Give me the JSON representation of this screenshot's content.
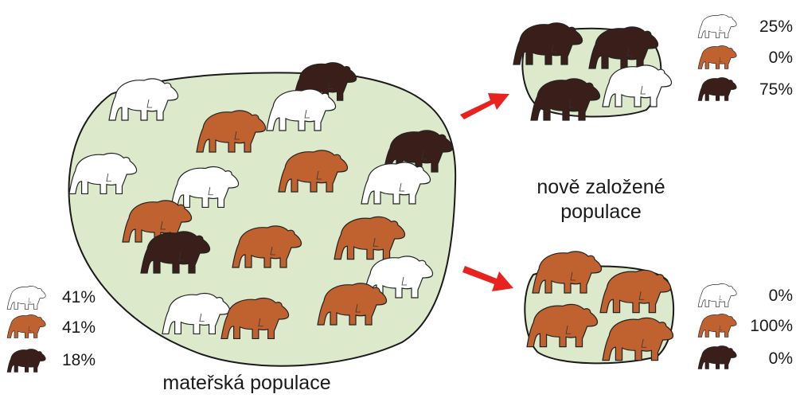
{
  "colors": {
    "light": "#ffffff",
    "brown": "#c0622f",
    "dark": "#3a1e1a",
    "habitat": "#dde9cb",
    "arrow": "#e8231f"
  },
  "parent": {
    "label": "mateřská populace",
    "legend": [
      {
        "icon": "light-bear-icon",
        "color_key": "light",
        "pct": "41%"
      },
      {
        "icon": "brown-bear-icon",
        "color_key": "brown",
        "pct": "41%"
      },
      {
        "icon": "dark-bear-icon",
        "color_key": "dark",
        "pct": "18%"
      }
    ]
  },
  "founders": {
    "label_line1": "nově založené",
    "label_line2": "populace",
    "top_legend": [
      {
        "icon": "light-bear-icon",
        "color_key": "light",
        "pct": "25%"
      },
      {
        "icon": "brown-bear-icon",
        "color_key": "brown",
        "pct": "0%"
      },
      {
        "icon": "dark-bear-icon",
        "color_key": "dark",
        "pct": "75%"
      }
    ],
    "bottom_legend": [
      {
        "icon": "light-bear-icon",
        "color_key": "light",
        "pct": "0%"
      },
      {
        "icon": "brown-bear-icon",
        "color_key": "brown",
        "pct": "100%"
      },
      {
        "icon": "dark-bear-icon",
        "color_key": "dark",
        "pct": "0%"
      }
    ]
  }
}
